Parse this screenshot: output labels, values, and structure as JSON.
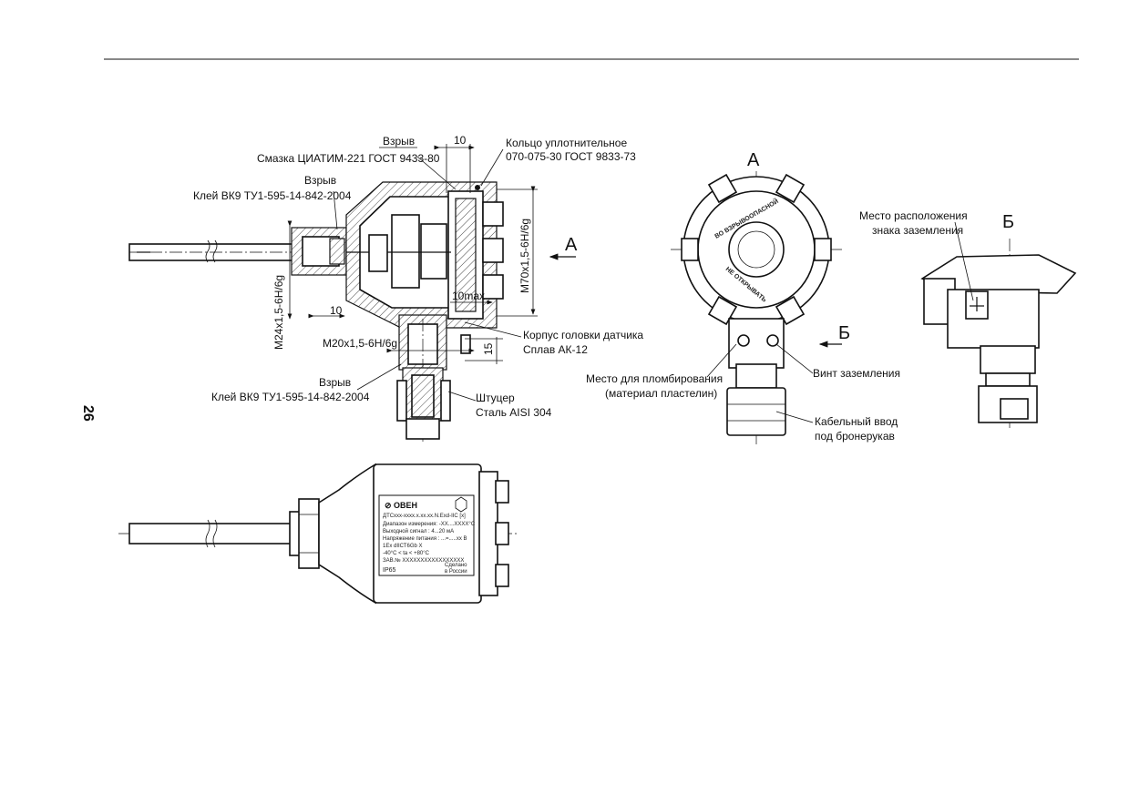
{
  "page": {
    "number": "26"
  },
  "section_view": {
    "labels": {
      "explosion_1": "Взрыв",
      "grease": "Смазка ЦИАТИМ-221 ГОСТ 9433-80",
      "explosion_2": "Взрыв",
      "glue_1": "Клей ВК9 ТУ1-595-14-842-2004",
      "ring_1": "Кольцо уплотнительное",
      "ring_2": "070-075-30 ГОСТ 9833-73",
      "housing_1": "Корпус головки датчика",
      "housing_2": "Сплав АК-12",
      "explosion_3": "Взрыв",
      "glue_2": "Клей ВК9 ТУ1-595-14-842-2004",
      "fitting_1": "Штуцер",
      "fitting_2": "Сталь AISI 304"
    },
    "dimensions": {
      "d10_top": "10",
      "d10_bottom": "10",
      "d10max": "10max",
      "m70": "M70x1,5-6H/6g",
      "m24": "M24x1,5-6H/6g",
      "m20": "M20x1,5-6H/6g",
      "d15": "15"
    },
    "view_arrow": "А"
  },
  "view_a": {
    "title": "А",
    "labels": {
      "seal_1": "Место для пломбирования",
      "seal_2": "(материал пластелин)",
      "screw": "Винт заземления",
      "cable_1": "Кабельный ввод",
      "cable_2": "под бронерукав"
    },
    "view_arrow": "Б",
    "cover_text_1": "НЕ ОТКРЫВАТЬ",
    "cover_text_2": "ВО ВЗРЫВООПАСНОЙ"
  },
  "view_b": {
    "title": "Б",
    "labels": {
      "ground_1": "Место расположения",
      "ground_2": "знака заземления"
    }
  },
  "nameplate": {
    "lines": [
      "ДТСххх-хххх.х.хх.хх.N.Exd-IIC [x]",
      "Диапазон измерения: -XX....XXXX°С",
      "Выходной сигнал :     4...20 мА",
      "Напряжение питания :    ...=.....хх В",
      "1Ex dIIСТ6Gb X",
      "-40°С < ta < +80°С",
      "ЗАВ.№ ХХХХХХХХХХХХХХХХХ"
    ],
    "ip": "IP65",
    "made_1": "Сделано",
    "made_2": "в России"
  }
}
